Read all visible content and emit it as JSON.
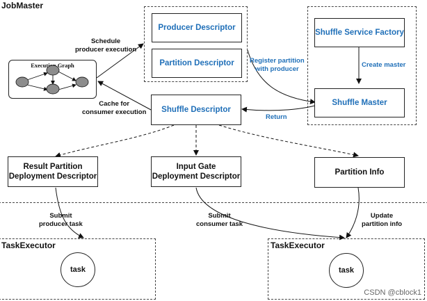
{
  "regions": {
    "jobmaster": "JobMaster",
    "taskexecutor_left": "TaskExecutor",
    "taskexecutor_right": "TaskExecutor"
  },
  "execution_graph": {
    "title": "Execution Graph"
  },
  "boxes": {
    "producer_descriptor": "Producer Descriptor",
    "partition_descriptor": "Partition Descriptor",
    "shuffle_service_factory": "Shuffle Service Factory",
    "shuffle_master": "Shuffle Master",
    "shuffle_descriptor": "Shuffle Descriptor",
    "result_partition_line1": "Result Partition",
    "result_partition_line2": "Deployment Descriptor",
    "input_gate_line1": "Input Gate",
    "input_gate_line2": "Deployment Descriptor",
    "partition_info": "Partition Info"
  },
  "labels": {
    "schedule_line1": "Schedule",
    "schedule_line2": "producer execution",
    "cache_line1": "Cache for",
    "cache_line2": "consumer execution",
    "register_line1": "Register partition",
    "register_line2": "with producer",
    "create_master": "Create master",
    "return": "Return",
    "submit_producer_line1": "Submit",
    "submit_producer_line2": "producer task",
    "submit_consumer_line1": "Submit",
    "submit_consumer_line2": "consumer task",
    "update_line1": "Update",
    "update_line2": "partition info"
  },
  "tasks": {
    "left": "task",
    "right": "task"
  },
  "watermark": "CSDN @cblock1",
  "colors": {
    "accent": "#1f6fb8",
    "node": "#8c8c8c"
  }
}
